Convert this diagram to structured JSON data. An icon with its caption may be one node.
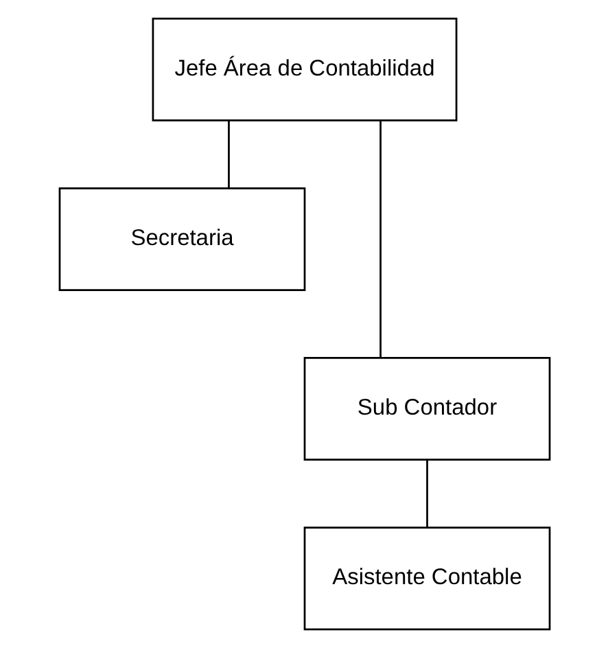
{
  "diagram": {
    "nodes": [
      {
        "text": [
          "Jefe Área de Contabilidad"
        ]
      },
      {
        "text": [
          "Secretaria"
        ]
      },
      {
        "text": [
          "Sub Contador"
        ]
      },
      {
        "text": [
          "Asistente Contable"
        ]
      }
    ],
    "edges": [
      {
        "from": 0,
        "to": 1,
        "arrow": "none"
      },
      {
        "from": 0,
        "to": 2,
        "arrow": "none"
      },
      {
        "from": 2,
        "to": 3,
        "arrow": "none"
      }
    ]
  }
}
